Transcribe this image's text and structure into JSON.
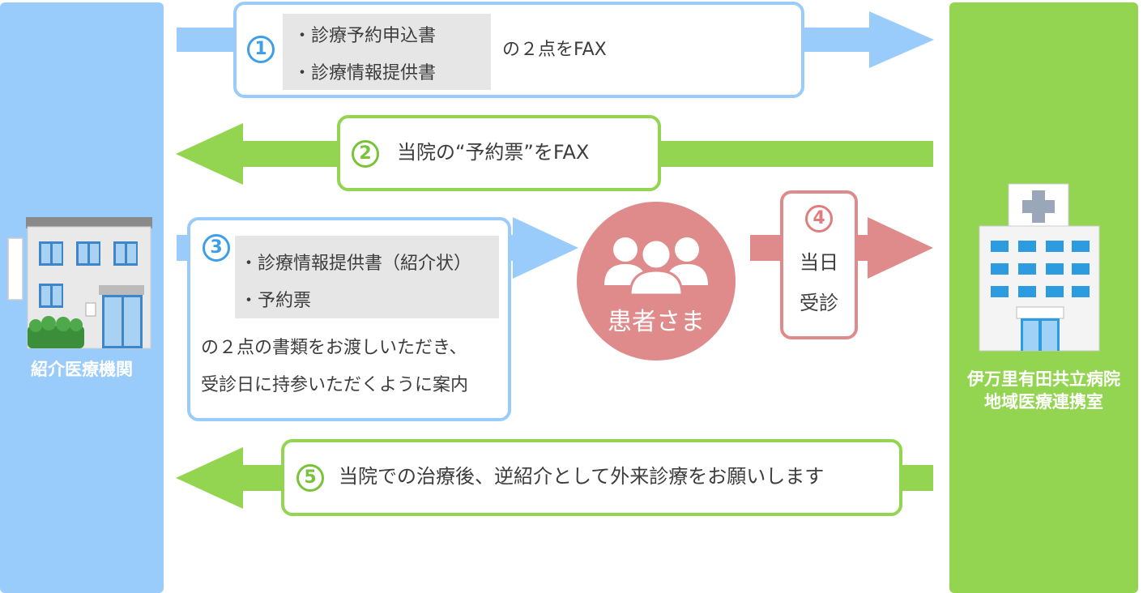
{
  "left": {
    "label": "紹介医療機関"
  },
  "right": {
    "label_line1": "伊万里有田共立病院",
    "label_line2": "地域医療連携室"
  },
  "step1": {
    "num": "1",
    "item1": "・診療予約申込書",
    "item2": "・診療情報提供書",
    "text": "の２点をFAX"
  },
  "step2": {
    "num": "2",
    "text": "当院の“予約票”をFAX"
  },
  "step3": {
    "num": "3",
    "item1": "・診療情報提供書（紹介状）",
    "item2": "・予約票",
    "text1": "の２点の書類をお渡しいただき、",
    "text2": "受診日に持参いただくように案内"
  },
  "patient": {
    "label": "患者さま"
  },
  "step4": {
    "num": "4",
    "line1": "当日",
    "line2": "受診"
  },
  "step5": {
    "num": "5",
    "text": "当院での治療後、逆紹介として外来診療をお願いします"
  },
  "colors": {
    "blue": "#99cbfb",
    "blue_dark": "#3f9ee8",
    "green": "#93d450",
    "green_dark": "#7ac338",
    "red": "#e08b8b"
  }
}
